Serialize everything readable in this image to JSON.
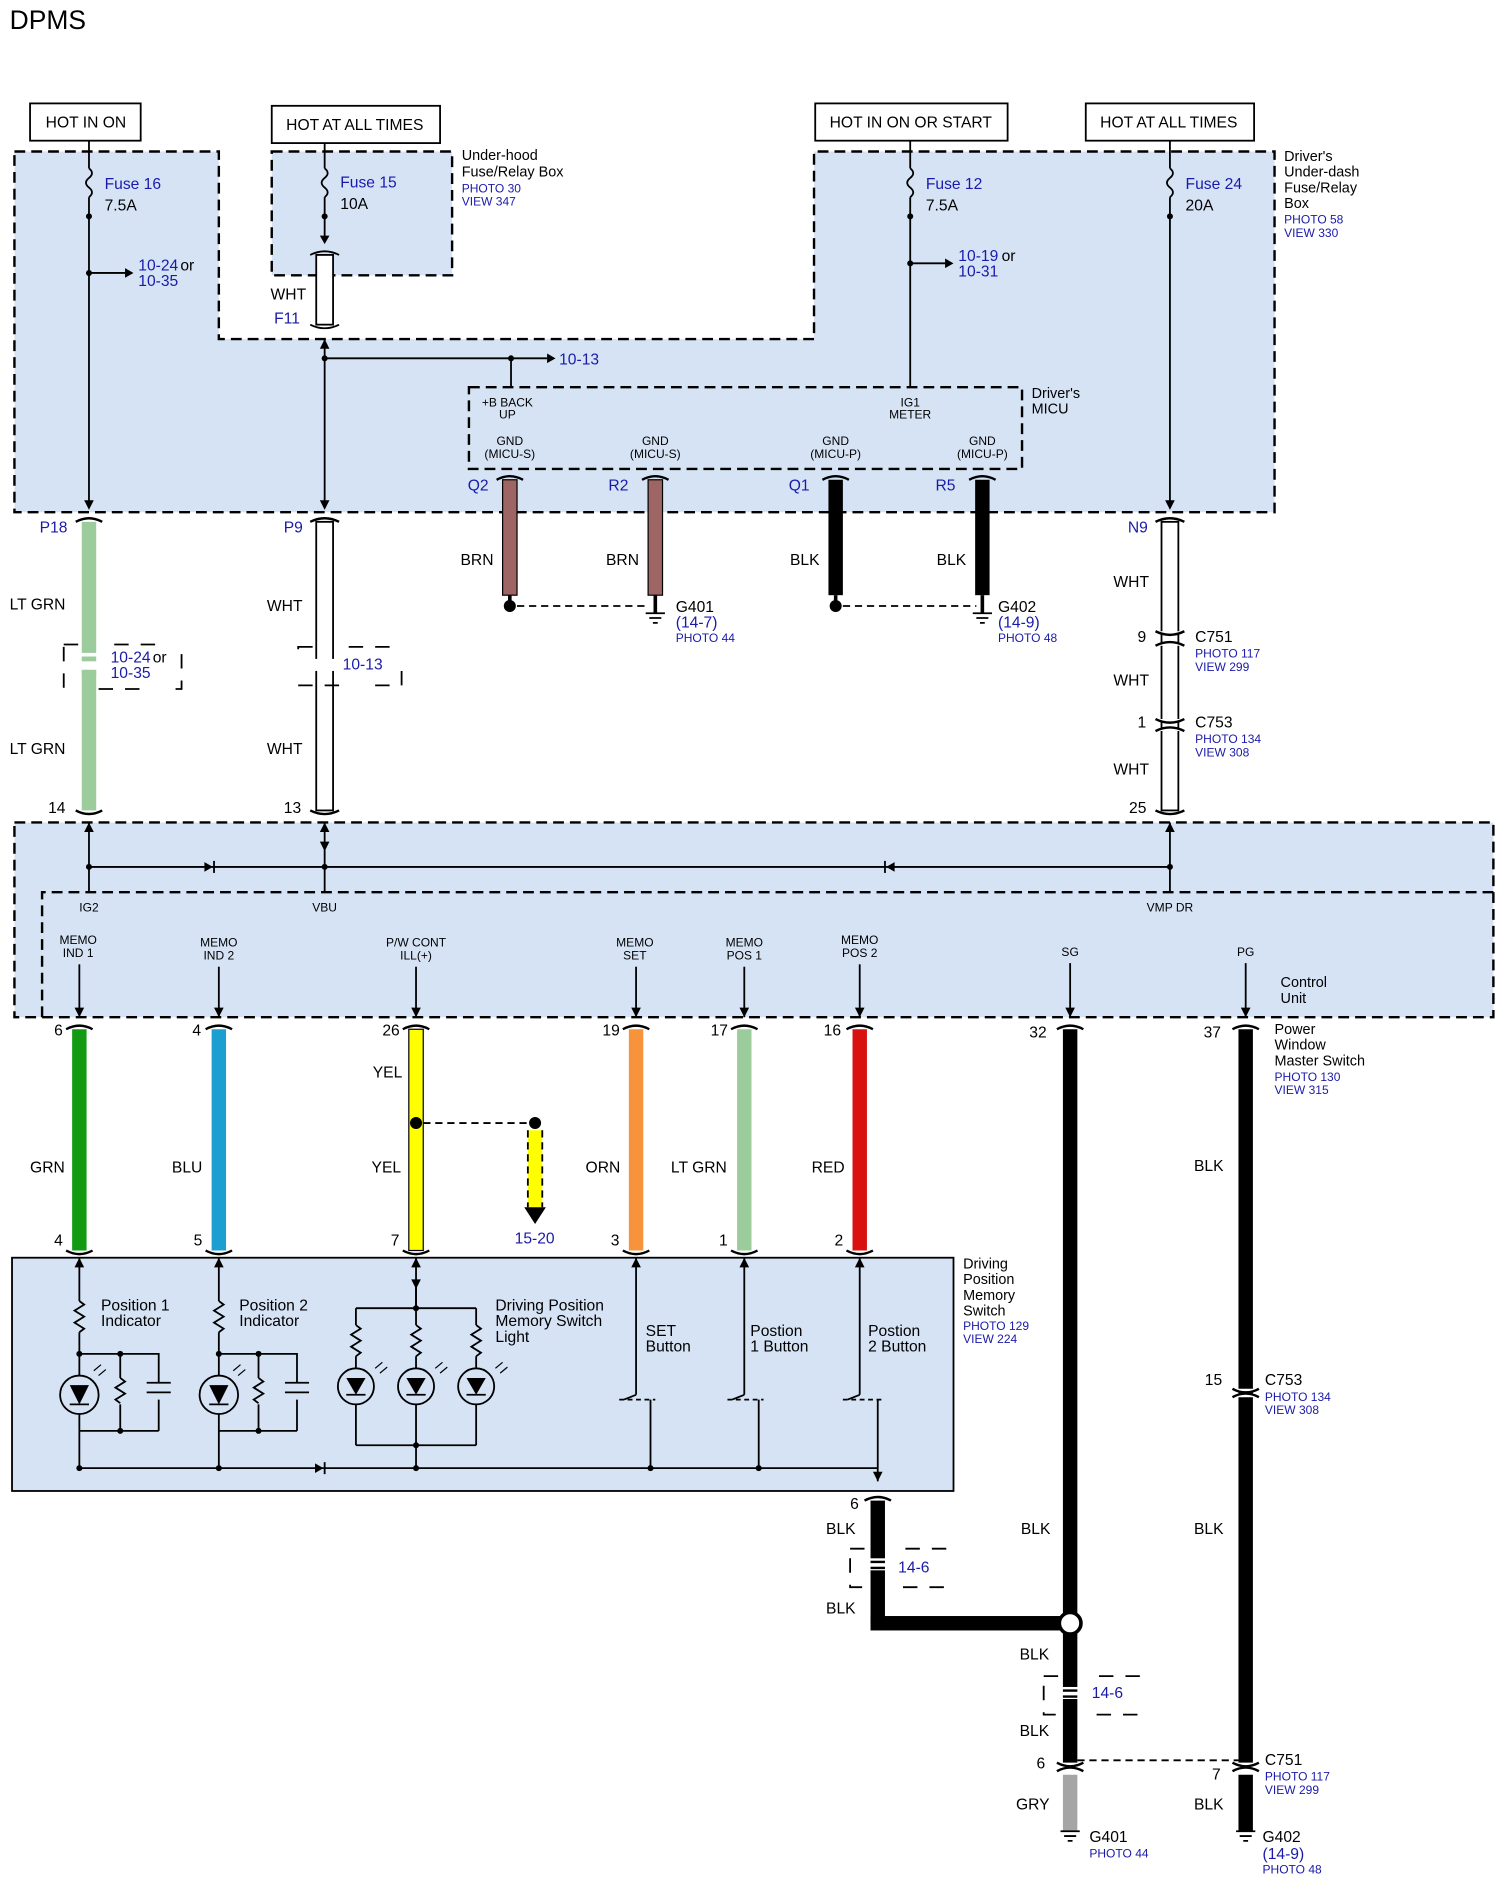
{
  "title": "DPMS",
  "power": {
    "hot_in_on": "HOT IN ON",
    "hot_at_all_times_1": "HOT AT ALL TIMES",
    "hot_in_on_or_start": "HOT IN ON OR START",
    "hot_at_all_times_2": "HOT AT ALL TIMES"
  },
  "fuses": {
    "fuse16": {
      "name": "Fuse 16",
      "rating": "7.5A"
    },
    "fuse15": {
      "name": "Fuse 15",
      "rating": "10A"
    },
    "fuse12": {
      "name": "Fuse 12",
      "rating": "7.5A"
    },
    "fuse24": {
      "name": "Fuse 24",
      "rating": "20A"
    }
  },
  "boxes": {
    "underhood_1": "Under-hood",
    "underhood_2": "Fuse/Relay Box",
    "underhood_photo": "PHOTO 30",
    "underhood_view": "VIEW 347",
    "underdash_1": "Driver's",
    "underdash_2": "Under-dash",
    "underdash_3": "Fuse/Relay",
    "underdash_4": "Box",
    "underdash_photo": "PHOTO 58",
    "underdash_view": "VIEW 330",
    "micu_1": "Driver's",
    "micu_2": "MICU",
    "control_1": "Control",
    "control_2": "Unit",
    "pwms_1": "Power",
    "pwms_2": "Window",
    "pwms_3": "Master Switch",
    "pwms_photo": "PHOTO 130",
    "pwms_view": "VIEW 315",
    "dpms_1": "Driving",
    "dpms_2": "Position",
    "dpms_3": "Memory",
    "dpms_4": "Switch",
    "dpms_photo": "PHOTO 129",
    "dpms_view": "VIEW 224"
  },
  "refs": {
    "r1024a": "10-24",
    "or1": "or",
    "r1035a": "10-35",
    "r1019": "10-19",
    "or2": "or",
    "r1031": "10-31",
    "r1013a": "10-13",
    "r1024b": "10-24",
    "or3": "or",
    "r1035b": "10-35",
    "r1013b": "10-13",
    "r1520": "15-20",
    "r146a": "14-6",
    "r146b": "14-6"
  },
  "micu_pins": {
    "bback_1": "+B BACK",
    "bback_2": "UP",
    "ig1_1": "IG1",
    "ig1_2": "METER",
    "gnd1_1": "GND",
    "gnd1_2": "(MICU-S)",
    "gnd2_1": "GND",
    "gnd2_2": "(MICU-S)",
    "gnd3_1": "GND",
    "gnd3_2": "(MICU-P)",
    "gnd4_1": "GND",
    "gnd4_2": "(MICU-P)"
  },
  "connectors": {
    "q2": "Q2",
    "r2": "R2",
    "q1": "Q1",
    "r5": "R5",
    "p18": "P18",
    "p9": "P9",
    "n9": "N9",
    "f11": "F11",
    "c751": "C751",
    "c751_photo": "PHOTO 117",
    "c751_view": "VIEW 299",
    "c753": "C753",
    "c753_photo": "PHOTO 134",
    "c753_view": "VIEW 308",
    "c753b": "C753",
    "c753b_photo": "PHOTO 134",
    "c753b_view": "VIEW 308",
    "c751b": "C751",
    "c751b_photo": "PHOTO 117",
    "c751b_view": "VIEW 299"
  },
  "grounds": {
    "g401": "G401",
    "g401_ref": "(14-7)",
    "g401_photo": "PHOTO 44",
    "g402": "G402",
    "g402_ref": "(14-9)",
    "g402_photo": "PHOTO 48",
    "g401b": "G401",
    "g401b_photo": "PHOTO 44",
    "g402b": "G402",
    "g402b_ref": "(14-9)",
    "g402b_photo": "PHOTO 48"
  },
  "wire_colors": {
    "wht_f11": "WHT",
    "brn1": "BRN",
    "brn2": "BRN",
    "blk1": "BLK",
    "blk2": "BLK",
    "ltgrn1": "LT GRN",
    "ltgrn2": "LT GRN",
    "wht1": "WHT",
    "wht2": "WHT",
    "wht_n9": "WHT",
    "wht_c751": "WHT",
    "wht_c753": "WHT",
    "grn": "GRN",
    "blu": "BLU",
    "yel1": "YEL",
    "yel2": "YEL",
    "orn": "ORN",
    "ltgrn3": "LT GRN",
    "red": "RED",
    "blk_pg": "BLK",
    "blk_6a": "BLK",
    "blk_6b": "BLK",
    "blk_sg1": "BLK",
    "blk_pg2": "BLK",
    "blk_sg2": "BLK",
    "blk_sg3": "BLK",
    "gry": "GRY",
    "blk_pg3": "BLK"
  },
  "pins": {
    "c14": "14",
    "c13": "13",
    "c25": "25",
    "n9_9": "9",
    "n9_1": "1",
    "p6": "6",
    "p4": "4",
    "p26": "26",
    "p19": "19",
    "p17": "17",
    "p16": "16",
    "p32": "32",
    "p37": "37",
    "s4": "4",
    "s5": "5",
    "s7": "7",
    "s3": "3",
    "s1": "1",
    "s2": "2",
    "s6": "6",
    "c753_15": "15",
    "g6": "6",
    "g7": "7"
  },
  "control_unit_pins": {
    "ig2": "IG2",
    "vbu": "VBU",
    "vmpdr": "VMP DR",
    "memo1_1": "MEMO",
    "memo1_2": "IND 1",
    "memo2_1": "MEMO",
    "memo2_2": "IND 2",
    "pw_1": "P/W CONT",
    "pw_2": "ILL(+)",
    "mset_1": "MEMO",
    "mset_2": "SET",
    "mpos1_1": "MEMO",
    "mpos1_2": "POS 1",
    "mpos2_1": "MEMO",
    "mpos2_2": "POS 2",
    "sg": "SG",
    "pg": "PG"
  },
  "switch_parts": {
    "pos1_1": "Position 1",
    "pos1_2": "Indicator",
    "pos2_1": "Position 2",
    "pos2_2": "Indicator",
    "light_1": "Driving Position",
    "light_2": "Memory Switch",
    "light_3": "Light",
    "set_1": "SET",
    "set_2": "Button",
    "p1b_1": "Postion",
    "p1b_2": "1 Button",
    "p2b_1": "Postion",
    "p2b_2": "2 Button"
  },
  "colors": {
    "box_fill": "#d5e3f5",
    "brn": "#9e6565",
    "lt_grn": "#9ccc9c",
    "grn": "#129a12",
    "blu": "#1a9fd0",
    "yel": "#ffff00",
    "orn": "#f7943b",
    "red": "#d81010",
    "gry": "#a5a5a5",
    "link": "#1a1aaa"
  }
}
